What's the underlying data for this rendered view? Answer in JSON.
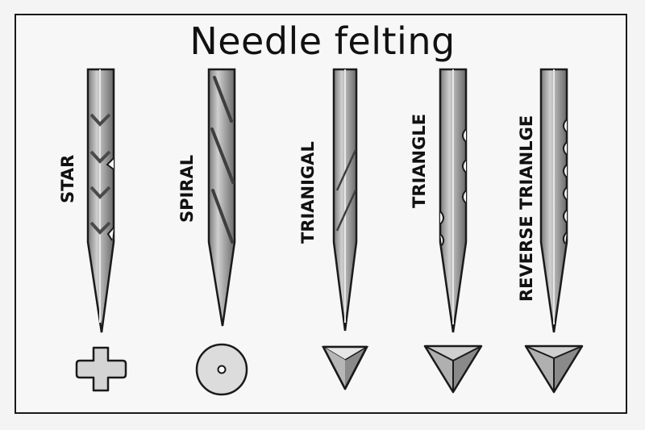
{
  "title": "Needle felting",
  "needles": [
    {
      "label": "STAR",
      "cross_section": "plus-shape"
    },
    {
      "label": "SPIRAL",
      "cross_section": "circle-with-dot"
    },
    {
      "label": "TRIANIGAL",
      "cross_section": "small-triangle"
    },
    {
      "label": "TRIANGLE",
      "cross_section": "faceted-triangle"
    },
    {
      "label": "REVERSE TRIANLGE",
      "cross_section": "faceted-triangle"
    }
  ],
  "colors": {
    "needle_light": "#bdbdbd",
    "needle_mid": "#9a9a9a",
    "needle_dark": "#6e6e6e",
    "outline": "#1a1a1a",
    "section_fill": "#d4d4d4"
  }
}
